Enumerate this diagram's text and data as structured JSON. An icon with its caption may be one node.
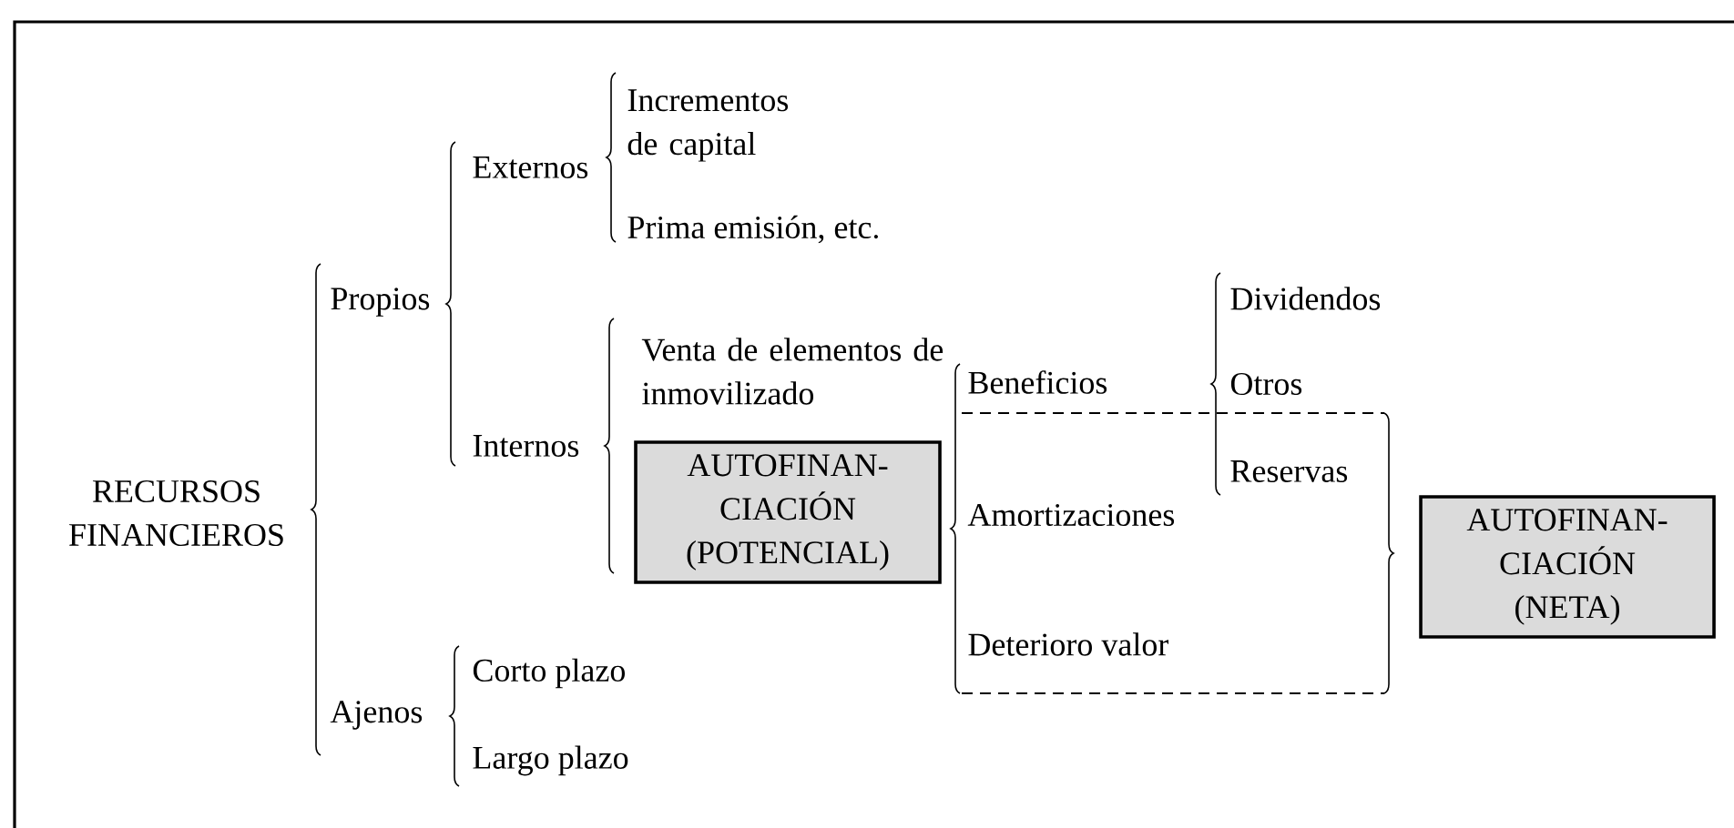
{
  "diagram": {
    "nodes": [
      {
        "text": [
          "AUTOFINAN- CIACIÓN (POTENCIAL)"
        ]
      },
      {
        "text": [
          "AUTOFINAN- CIACIÓN (NETA)"
        ]
      }
    ],
    "labels": [
      "RECURSOS FINANCIEROS",
      "Propios",
      "Externos",
      "Incrementos de capital",
      "Prima emisión, etc.",
      "Internos",
      "Venta de elementos de inmovilizado",
      "Dividendos",
      "Beneficios",
      "Otros",
      "Reservas",
      "Amortizaciones",
      "Deterioro valor",
      "Ajenos",
      "Corto plazo",
      "Largo plazo"
    ]
  }
}
